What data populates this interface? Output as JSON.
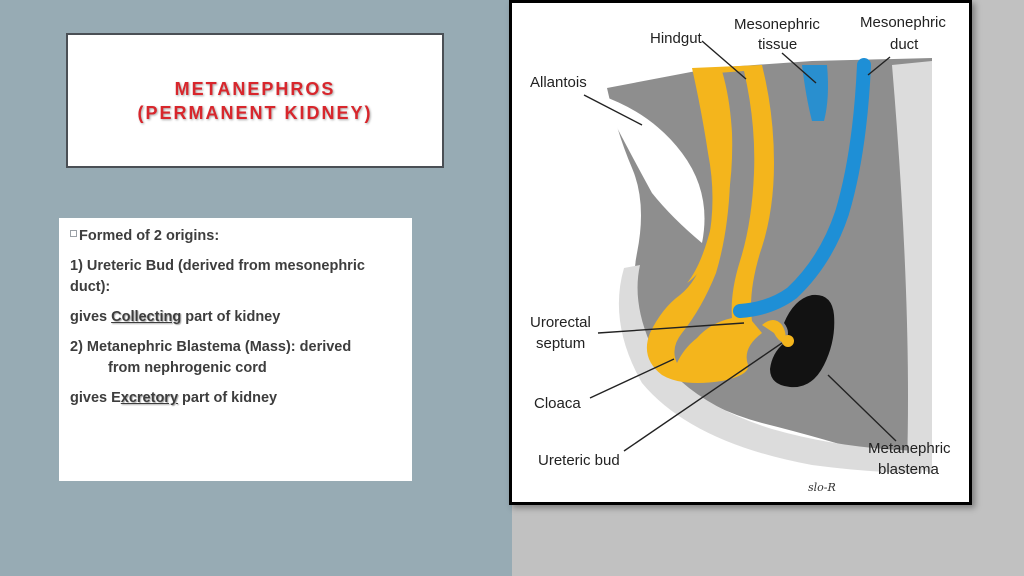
{
  "title": {
    "line1": "METANEPHROS",
    "line2": "(PERMANENT KIDNEY)"
  },
  "text": {
    "intro": "Formed of 2 origins:",
    "item1": "1) Ureteric Bud (derived from mesonephric duct):",
    "gives1_prefix": "gives ",
    "gives1_emph": "Collecting",
    "gives1_suffix": " part of kidney",
    "item2_line1": "2) Metanephric Blastema (Mass): derived",
    "item2_line2": "from nephrogenic cord",
    "gives2_prefix": "gives E",
    "gives2_emph": "xcretory",
    "gives2_suffix": " part of kidney"
  },
  "diagram": {
    "labels": {
      "hindgut": "Hindgut",
      "mesonephric_tissue_1": "Mesonephric",
      "mesonephric_tissue_2": "tissue",
      "mesonephric_duct_1": "Mesonephric",
      "mesonephric_duct_2": "duct",
      "allantois": "Allantois",
      "urorectal_septum_1": "Urorectal",
      "urorectal_septum_2": "septum",
      "cloaca": "Cloaca",
      "ureteric_bud": "Ureteric bud",
      "metanephric_blastema_1": "Metanephric",
      "metanephric_blastema_2": "blastema",
      "signature": "slo-R"
    }
  },
  "colors": {
    "title_text": "#d8262c",
    "endoderm_yellow": "#f4b51c",
    "duct_blue": "#1e8fd6",
    "blastema_black": "#121212",
    "mesoderm_gray": "#8e8e8e",
    "light_gray": "#dcdcdc",
    "left_background": "#97abb4",
    "right_background": "#c1c1c1"
  }
}
